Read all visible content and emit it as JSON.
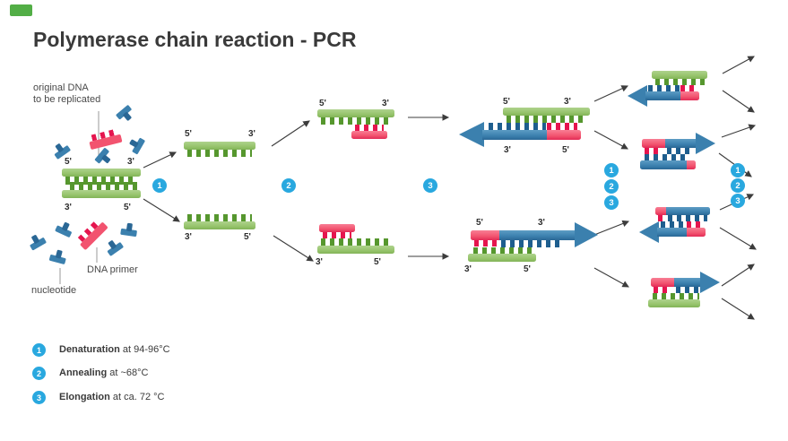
{
  "title": "Polymerase chain reaction - PCR",
  "annotations": {
    "original_dna_line1": "original DNA",
    "original_dna_line2": "to be replicated",
    "dna_primer": "DNA primer",
    "nucleotide": "nucleotide"
  },
  "strand_ends": {
    "five": "5'",
    "three": "3'"
  },
  "steps": [
    {
      "num": "1",
      "name": "Denaturation",
      "detail": " at 94-96°C"
    },
    {
      "num": "2",
      "name": "Annealing",
      "detail": " at ~68°C"
    },
    {
      "num": "3",
      "name": "Elongation",
      "detail": " at ca. 72 °C"
    }
  ],
  "colors": {
    "template_strand": "#97C46C",
    "template_teeth": "#56972E",
    "primer": "#F2536F",
    "primer_teeth": "#E5154E",
    "new_strand": "#3B80AE",
    "new_strand_teeth": "#1E5E8E",
    "step_circle": "#29A8DF",
    "arrow": "#3C3C3C",
    "corner_mark": "#52AE46"
  }
}
